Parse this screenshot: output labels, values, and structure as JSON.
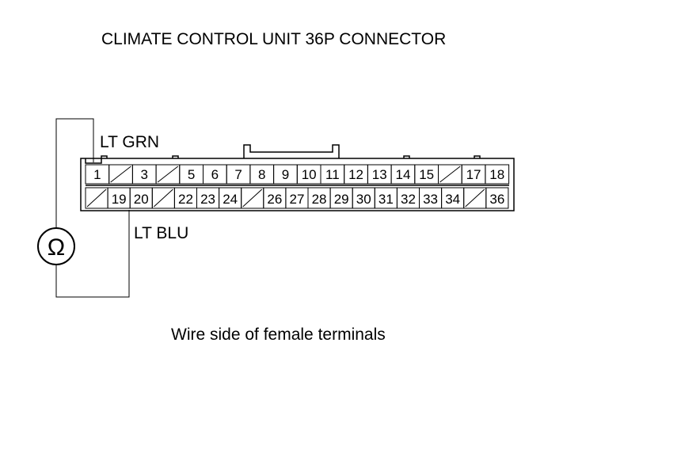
{
  "title": "CLIMATE CONTROL UNIT 36P CONNECTOR",
  "caption": "Wire side of female terminals",
  "meter_symbol": "Ω",
  "wires": {
    "upper": "LT GRN",
    "lower": "LT BLU"
  },
  "connector": {
    "top_row": [
      "1",
      "",
      "3",
      "",
      "5",
      "6",
      "7",
      "8",
      "9",
      "10",
      "11",
      "12",
      "13",
      "14",
      "15",
      "",
      "17",
      "18"
    ],
    "bottom_row": [
      "",
      "19",
      "20",
      "",
      "22",
      "23",
      "24",
      "",
      "26",
      "27",
      "28",
      "29",
      "30",
      "31",
      "32",
      "33",
      "34",
      "",
      "36"
    ]
  }
}
